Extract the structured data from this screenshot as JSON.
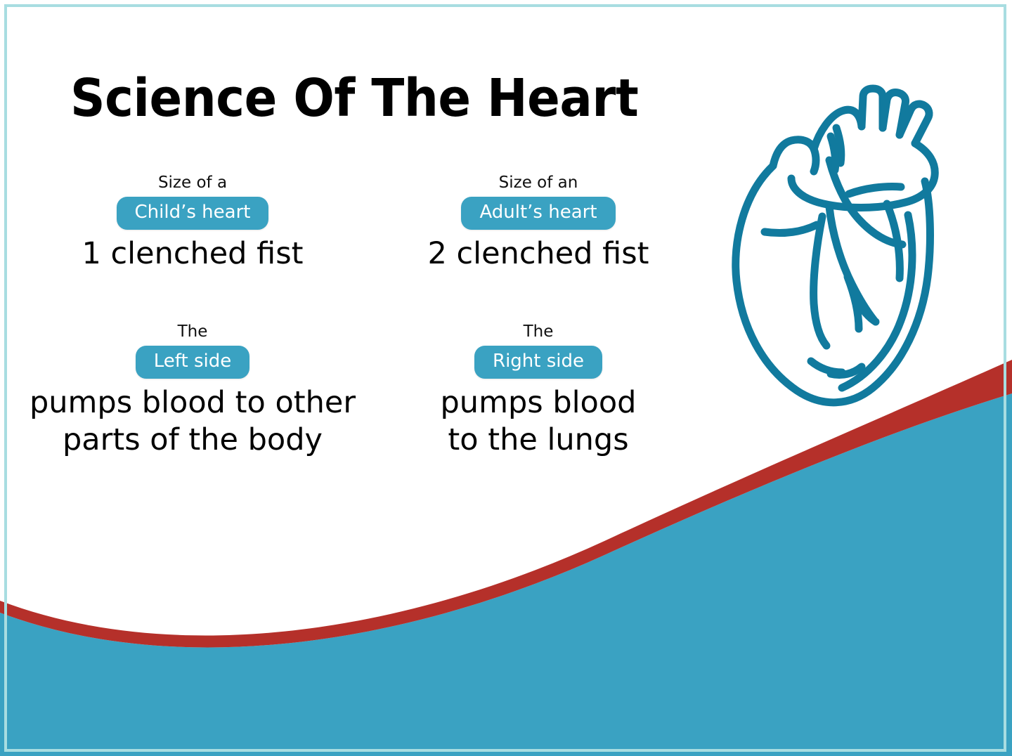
{
  "slide": {
    "title": "Science Of The Heart",
    "background_color": "#ffffff",
    "frame_color": "#a8dde1",
    "accent_teal": "#3aa2c2",
    "accent_red": "#b5302a",
    "heart_line_color": "#117a9e"
  },
  "facts": [
    {
      "prefix": "Size of a",
      "badge": "Child’s heart",
      "body": "1 clenched fist"
    },
    {
      "prefix": "Size of an",
      "badge": "Adult’s heart",
      "body": "2 clenched fist"
    },
    {
      "prefix": "The",
      "badge": "Left side",
      "body": "pumps blood to other\nparts of the body"
    },
    {
      "prefix": "The",
      "badge": "Right side",
      "body": "pumps blood\nto the lungs"
    }
  ],
  "illustration": {
    "name": "anatomical-heart",
    "color": "#117a9e"
  }
}
